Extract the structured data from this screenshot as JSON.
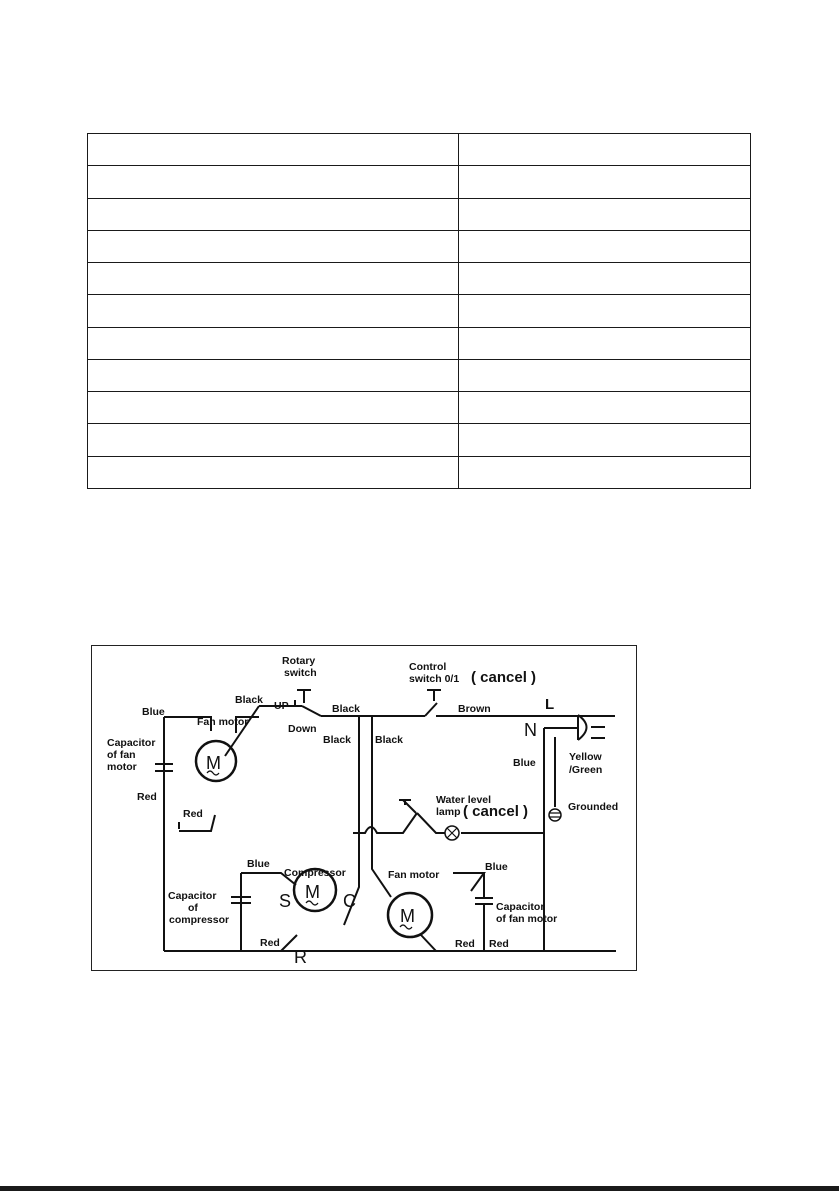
{
  "spec_table": {
    "rows": [
      [
        "",
        ""
      ],
      [
        "",
        ""
      ],
      [
        "",
        ""
      ],
      [
        "",
        ""
      ],
      [
        "",
        ""
      ],
      [
        "",
        ""
      ],
      [
        "",
        ""
      ],
      [
        "",
        ""
      ],
      [
        "",
        ""
      ],
      [
        "",
        ""
      ],
      [
        "",
        ""
      ]
    ]
  },
  "wiring_diagram": {
    "labels": {
      "rotary_switch_1": "Rotary",
      "rotary_switch_2": "switch",
      "control_switch_1": "Control",
      "control_switch_2": "switch 0/1",
      "cancel": "( cancel )",
      "cancel_lamp": "( cancel )",
      "blue_top_left": "Blue",
      "black_top": "Black",
      "up": "UP",
      "fan_motor_top": "Fan motor",
      "black_mid": "Black",
      "brown": "Brown",
      "line_l": "L",
      "neutral_n": "N",
      "capacitor_fan_1": "Capacitor",
      "capacitor_fan_2": "of fan",
      "capacitor_fan_3": "motor",
      "down": "Down",
      "black_left": "Black",
      "black_right": "Black",
      "yellow": "Yellow",
      "green": "/Green",
      "blue_right": "Blue",
      "red_left": "Red",
      "red_motor": "Red",
      "water_level_1": "Water level",
      "water_level_2": "lamp",
      "grounded": "Grounded",
      "blue_compressor": "Blue",
      "compressor": "Compressor",
      "fan_motor_bottom": "Fan motor",
      "blue_fan_bottom": "Blue",
      "cap_comp_1": "Capacitor",
      "cap_comp_2": "of",
      "cap_comp_3": "compressor",
      "s": "S",
      "c": "C",
      "r": "R",
      "m1": "M",
      "m2": "M",
      "m3": "M",
      "cap_fan_b_1": "Capacitor",
      "cap_fan_b_2": "of fan motor",
      "red_comp": "Red",
      "red_fan_b1": "Red",
      "red_fan_b2": "Red"
    }
  }
}
